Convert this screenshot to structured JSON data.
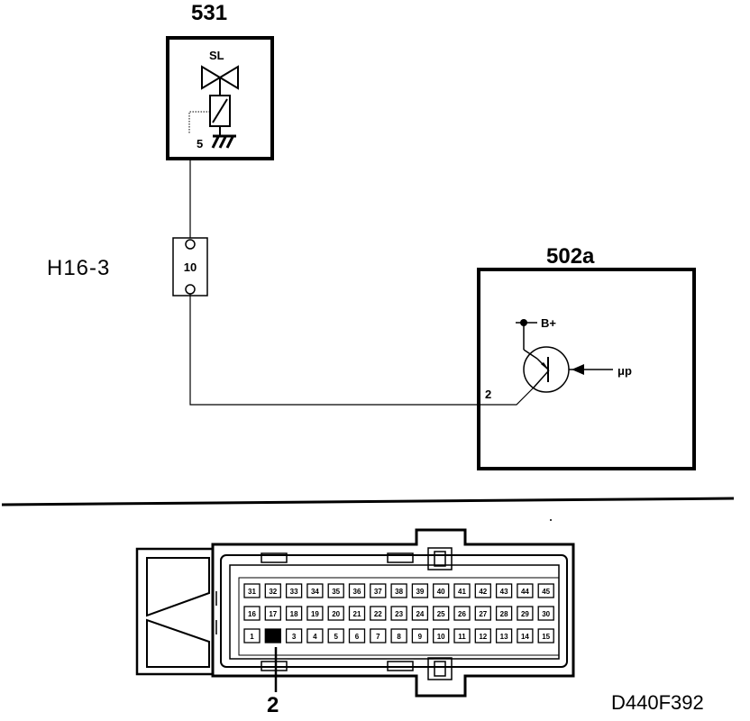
{
  "components": {
    "valve_unit": {
      "id": "531",
      "symbol": "SL",
      "pin": "5"
    },
    "connector": {
      "id": "H16-3",
      "pin": "10"
    },
    "control_module": {
      "id": "502a",
      "supply": "B+",
      "input": "μp",
      "pin": "2"
    }
  },
  "connector_face": {
    "pin_rows": [
      [
        "31",
        "32",
        "33",
        "34",
        "35",
        "36",
        "37",
        "38",
        "39",
        "40",
        "41",
        "42",
        "43",
        "44",
        "45"
      ],
      [
        "16",
        "17",
        "18",
        "19",
        "20",
        "21",
        "22",
        "23",
        "24",
        "25",
        "26",
        "27",
        "28",
        "29",
        "30"
      ],
      [
        "1",
        "2",
        "3",
        "4",
        "5",
        "6",
        "7",
        "8",
        "9",
        "10",
        "11",
        "12",
        "13",
        "14",
        "15"
      ]
    ],
    "highlighted_pin": "2",
    "highlighted_label": "2"
  },
  "reference": "D440F392",
  "colors": {
    "line": "#000000",
    "background": "#ffffff"
  }
}
